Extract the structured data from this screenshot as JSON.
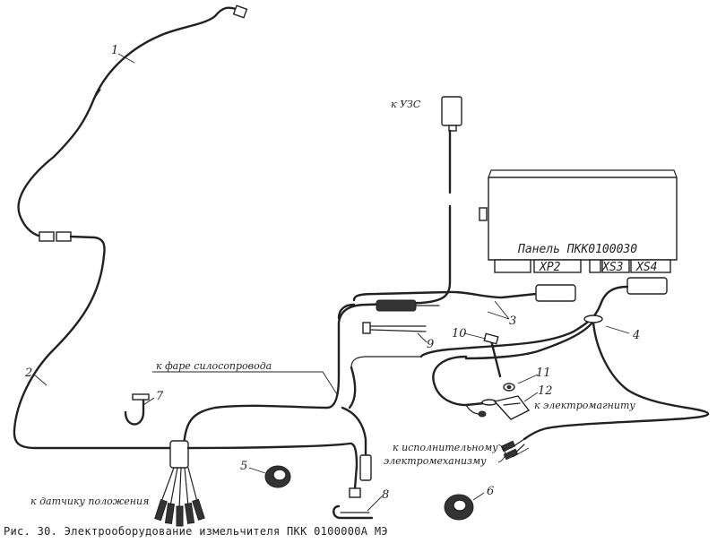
{
  "labels": {
    "to_uzs": "к УЗС",
    "panel": "Панель ПКК0100030",
    "xp2": "XP2",
    "xs3": "XS3",
    "xs4": "XS4",
    "to_headlight": "к фаре силосопровода",
    "to_electromagnet": "к электромагниту",
    "to_actuator_line1": "к исполнительному",
    "to_actuator_line2": "электромеханизму",
    "to_position_sensor": "к датчику положения"
  },
  "callouts": [
    "1",
    "2",
    "3",
    "4",
    "5",
    "6",
    "7",
    "8",
    "9",
    "10",
    "11",
    "12"
  ],
  "caption": "Рис. 30. Электрооборудование измельчителя ПКК 0100000А МЭ"
}
